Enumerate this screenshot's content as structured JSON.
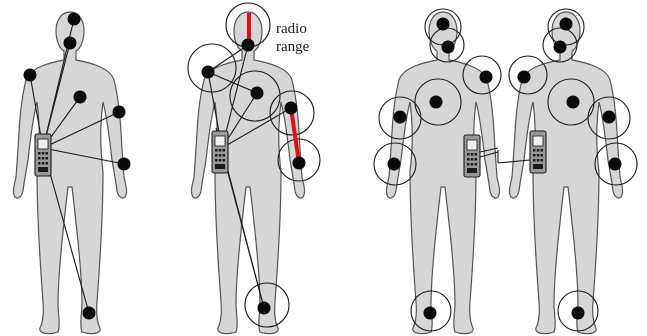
{
  "annotation": {
    "line1": "radio",
    "line2": "range"
  },
  "colors": {
    "body": "#d6d6d6",
    "node": "#0a0a0a",
    "link": "#1a1a1a",
    "highlight": "#e0101a",
    "phone": "#9a9a9a"
  },
  "panels": [
    {
      "name": "star-topology",
      "figures": 1,
      "range-circles": false
    },
    {
      "name": "multi-hop-topology",
      "figures": 1,
      "range-circles": true
    },
    {
      "name": "two-person-topology",
      "figures": 2,
      "range-circles": true
    }
  ]
}
